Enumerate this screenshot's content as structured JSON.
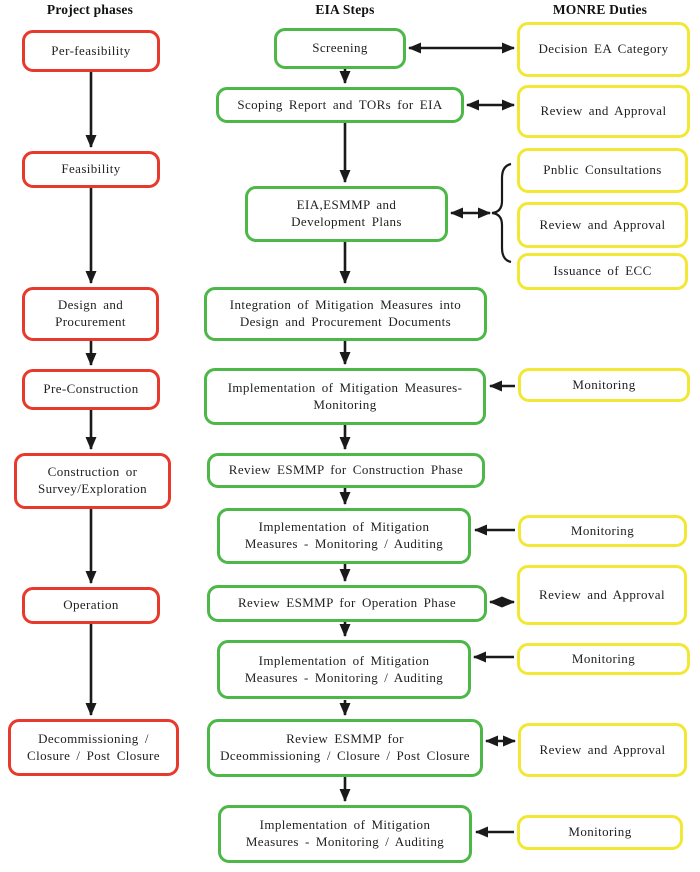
{
  "headers": {
    "phases": "Project phases",
    "steps": "EIA Steps",
    "duties": "MONRE Duties"
  },
  "colors": {
    "phase_border": "#e8392d",
    "step_border": "#4db748",
    "duty_border": "#f2e735",
    "arrow": "#1a1a1a",
    "box_fill": "#ffffff"
  },
  "phases": [
    {
      "label": "Per-feasibility"
    },
    {
      "label": "Feasibility"
    },
    {
      "label": "Design and\nProcurement"
    },
    {
      "label": "Pre-Construction"
    },
    {
      "label": "Construction or\nSurvey/Exploration"
    },
    {
      "label": "Operation"
    },
    {
      "label": "Decommissioning /\nClosure / Post Closure"
    }
  ],
  "steps": [
    {
      "label": "Screening"
    },
    {
      "label": "Scoping Report and TORs for EIA"
    },
    {
      "label": "EIA,ESMMP and\nDevelopment Plans"
    },
    {
      "label": "Integration of Mitigation Measures into\nDesign and Procurement Documents"
    },
    {
      "label": "Implementation of Mitigation Measures-\nMonitoring"
    },
    {
      "label": "Review ESMMP for Construction Phase"
    },
    {
      "label": "Implementation of Mitigation\nMeasures - Monitoring / Auditing"
    },
    {
      "label": "Review ESMMP for Operation Phase"
    },
    {
      "label": "Implementation of Mitigation\nMeasures - Monitoring / Auditing"
    },
    {
      "label": "Review ESMMP for\nDceommissioning / Closure / Post Closure"
    },
    {
      "label": "Implementation of Mitigation\nMeasures - Monitoring / Auditing"
    }
  ],
  "duties": [
    {
      "label": "Decision EA Category"
    },
    {
      "label": "Review and Approval"
    },
    {
      "label": "Pnblic Consultations"
    },
    {
      "label": "Review and Approval"
    },
    {
      "label": "Issuance of ECC"
    },
    {
      "label": "Monitoring"
    },
    {
      "label": "Monitoring"
    },
    {
      "label": "Review and Approval"
    },
    {
      "label": "Monitoring"
    },
    {
      "label": "Review and Approval"
    },
    {
      "label": "Monitoring"
    }
  ]
}
